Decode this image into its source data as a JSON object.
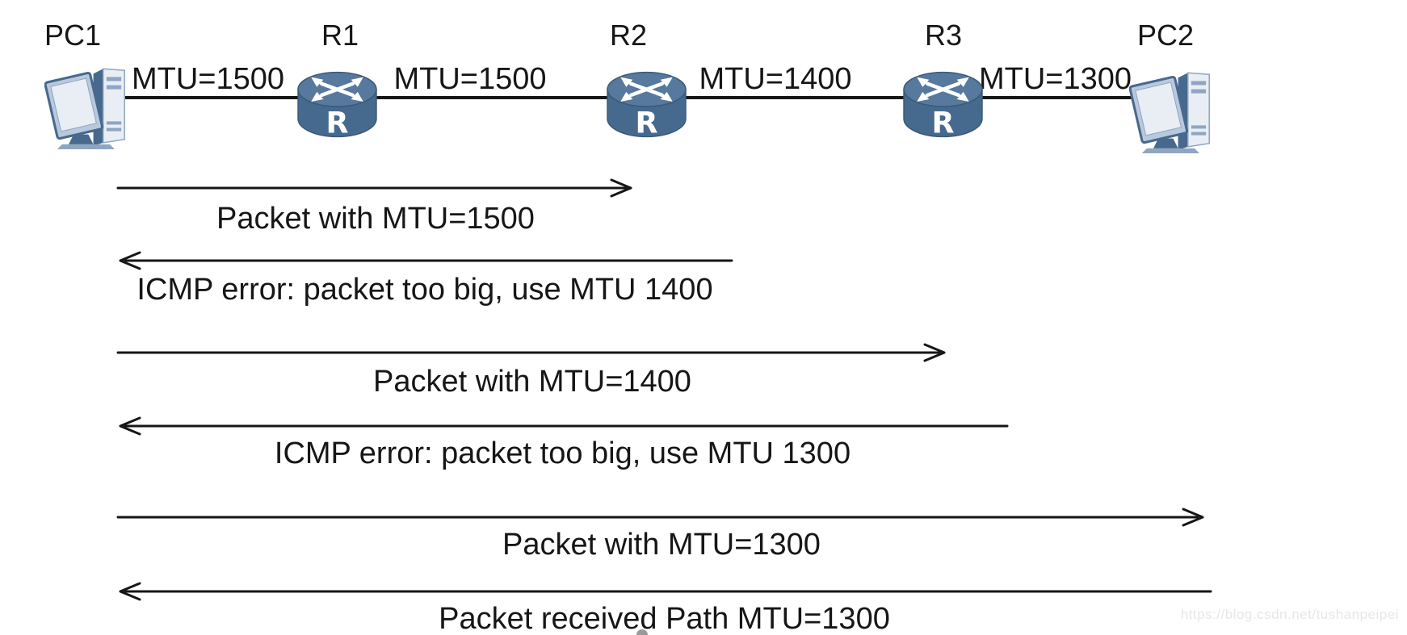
{
  "topology": {
    "devices": [
      {
        "label": "PC1",
        "type": "pc"
      },
      {
        "label": "R1",
        "type": "router"
      },
      {
        "label": "R2",
        "type": "router"
      },
      {
        "label": "R3",
        "type": "router"
      },
      {
        "label": "PC2",
        "type": "pc"
      }
    ],
    "links": [
      {
        "label": "MTU=1500"
      },
      {
        "label": "MTU=1500"
      },
      {
        "label": "MTU=1400"
      },
      {
        "label": "MTU=1300"
      }
    ]
  },
  "messages": [
    {
      "direction": "right",
      "label": "Packet with MTU=1500"
    },
    {
      "direction": "left",
      "label": "ICMP error: packet too big, use MTU 1400"
    },
    {
      "direction": "right",
      "label": "Packet with MTU=1400"
    },
    {
      "direction": "left",
      "label": "ICMP error: packet too big, use MTU 1300"
    },
    {
      "direction": "right",
      "label": "Packet with MTU=1300"
    },
    {
      "direction": "left",
      "label": "Packet received Path MTU=1300"
    }
  ],
  "watermark": "https://blog.csdn.net/tushanpeipei",
  "colors": {
    "ink": "#161616",
    "router_body": "#466a8d",
    "router_top": "#56799d",
    "pc_dark": "#47698e",
    "pc_light": "#e9eef5",
    "watermark": "#e7e7e7"
  }
}
